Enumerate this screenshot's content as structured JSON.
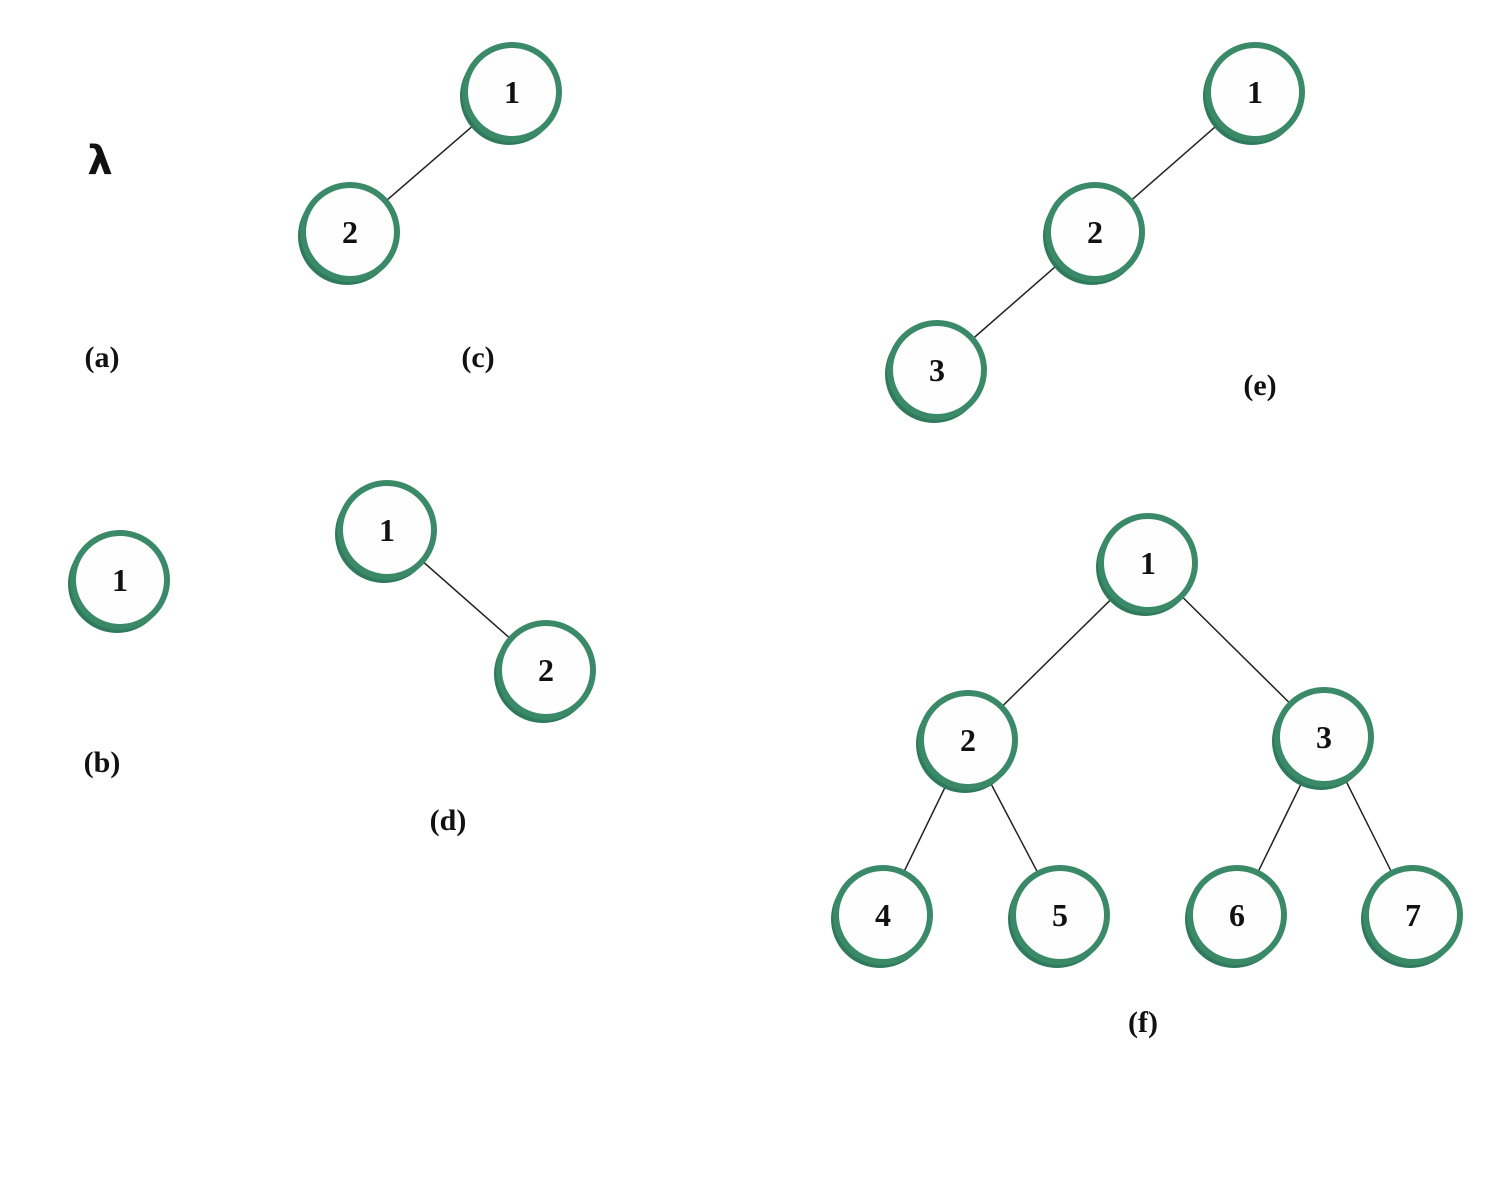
{
  "style": {
    "node_stroke": "#3a8a6a",
    "node_shadow": "#2f7a5c",
    "edge": "#222222"
  },
  "panels": [
    {
      "id": "a",
      "label": "(a)",
      "empty_symbol": "λ",
      "nodes": [],
      "edges": []
    },
    {
      "id": "b",
      "label": "(b)",
      "nodes": [
        {
          "id": "1",
          "text": "1"
        }
      ],
      "edges": []
    },
    {
      "id": "c",
      "label": "(c)",
      "nodes": [
        {
          "id": "1",
          "text": "1"
        },
        {
          "id": "2",
          "text": "2"
        }
      ],
      "edges": [
        [
          "1",
          "2"
        ]
      ]
    },
    {
      "id": "d",
      "label": "(d)",
      "nodes": [
        {
          "id": "1",
          "text": "1"
        },
        {
          "id": "2",
          "text": "2"
        }
      ],
      "edges": [
        [
          "1",
          "2"
        ]
      ]
    },
    {
      "id": "e",
      "label": "(e)",
      "nodes": [
        {
          "id": "1",
          "text": "1"
        },
        {
          "id": "2",
          "text": "2"
        },
        {
          "id": "3",
          "text": "3"
        }
      ],
      "edges": [
        [
          "1",
          "2"
        ],
        [
          "2",
          "3"
        ]
      ]
    },
    {
      "id": "f",
      "label": "(f)",
      "nodes": [
        {
          "id": "1",
          "text": "1"
        },
        {
          "id": "2",
          "text": "2"
        },
        {
          "id": "3",
          "text": "3"
        },
        {
          "id": "4",
          "text": "4"
        },
        {
          "id": "5",
          "text": "5"
        },
        {
          "id": "6",
          "text": "6"
        },
        {
          "id": "7",
          "text": "7"
        }
      ],
      "edges": [
        [
          "1",
          "2"
        ],
        [
          "1",
          "3"
        ],
        [
          "2",
          "4"
        ],
        [
          "2",
          "5"
        ],
        [
          "3",
          "6"
        ],
        [
          "3",
          "7"
        ]
      ]
    }
  ]
}
